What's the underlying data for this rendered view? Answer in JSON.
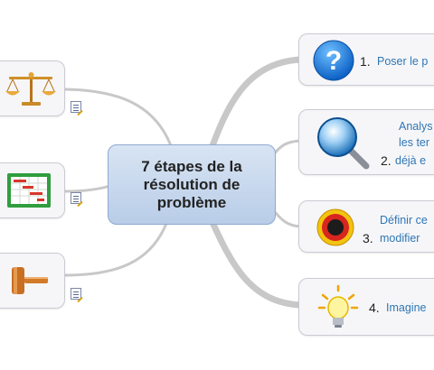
{
  "central": {
    "title": "7 étapes de la résolution de problème"
  },
  "right_nodes": [
    {
      "number": "1.",
      "label_lines": [
        "Poser le p"
      ],
      "icon": "question-mark-icon"
    },
    {
      "number": "2.",
      "label_lines": [
        "Analys",
        "les ter",
        "déjà e"
      ],
      "icon": "magnifier-icon"
    },
    {
      "number": "3.",
      "label_lines": [
        "Définir ce",
        "modifier"
      ],
      "icon": "target-icon"
    },
    {
      "number": "4.",
      "label_lines": [
        "Imagine"
      ],
      "icon": "light-bulb-icon"
    }
  ],
  "left_nodes": [
    {
      "icon": "scales-icon"
    },
    {
      "icon": "gantt-chart-icon"
    },
    {
      "icon": "gavel-icon"
    }
  ],
  "colors": {
    "central_fill": "#c7d7ee",
    "node_fill": "#f6f6f8",
    "connector": "#c8c8c8",
    "label_text": "#2e76b5"
  }
}
